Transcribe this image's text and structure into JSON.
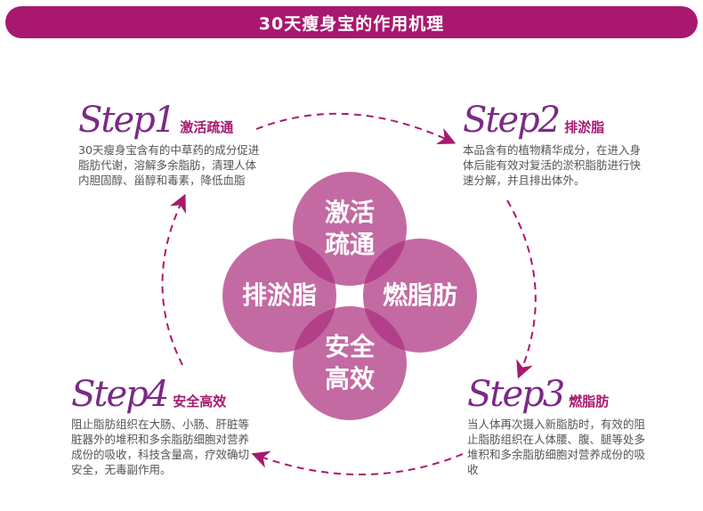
{
  "title": "30天瘦身宝的作用机理",
  "colors": {
    "brand": "#a8186e",
    "circle_fill": "#ac3080",
    "step_text": "#7a2a86",
    "arrow": "#a8186e"
  },
  "circles": {
    "top": "激活疏通",
    "left": "排淤脂",
    "right": "燃脂肪",
    "bottom": "安全高效"
  },
  "steps": [
    {
      "word": "Step",
      "number": "1",
      "name": "激活疏通",
      "description": "30天瘦身宝含有的中草药的成分促进脂肪代谢，溶解多余脂肪，清理人体内胆固醇、甾醇和毒素，降低血脂"
    },
    {
      "word": "Step",
      "number": "2",
      "name": "排淤脂",
      "description": "本品含有的植物精华成分，在进入身体后能有效对复活的淤积脂肪进行快速分解，并且排出体外。"
    },
    {
      "word": "Step",
      "number": "3",
      "name": "燃脂肪",
      "description": "当人体再次摄入新脂肪时，有效的阻止脂肪组织在人体腰、腹、腿等处多堆积和多余脂肪细胞对营养成份的吸收"
    },
    {
      "word": "Step",
      "number": "4",
      "name": "安全高效",
      "description": "阻止脂肪组织在大肠、小肠、肝脏等脏器外的堆积和多余脂肪细胞对营养成份的吸收，科技含量高，疗效确切 安全，无毒副作用。"
    }
  ]
}
